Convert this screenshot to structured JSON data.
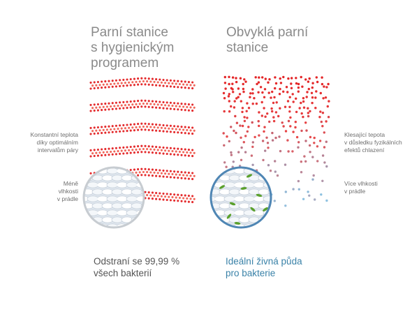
{
  "left_panel": {
    "title_lines": [
      "Parní stanice",
      "s hygienickým",
      "programem"
    ],
    "temp_label_lines": [
      "Konstantní teplota",
      "díky optimálním",
      "intervalům páry"
    ],
    "moisture_label_lines": [
      "Méně",
      "vlhkosti",
      "v prádle"
    ],
    "caption_lines": [
      "Odstraní se 99,99 %",
      "všech bakterií"
    ]
  },
  "right_panel": {
    "title_lines": [
      "Obvyklá parní",
      "stanice"
    ],
    "temp_label_lines": [
      "Klesající tepota",
      "v důsledku fyzikálních",
      "efektů chlazení"
    ],
    "moisture_label_lines": [
      "Více vlhkosti",
      "v prádle"
    ],
    "caption_lines": [
      "Ideální živná půda",
      "pro bakterie"
    ]
  },
  "colors": {
    "title": "#8a8a8a",
    "steam_hot": "#e2191b",
    "steam_cool": "#4a9ccf",
    "bacteria": "#5aa02c",
    "caption_left": "#555555",
    "caption_right": "#3a82a8"
  }
}
